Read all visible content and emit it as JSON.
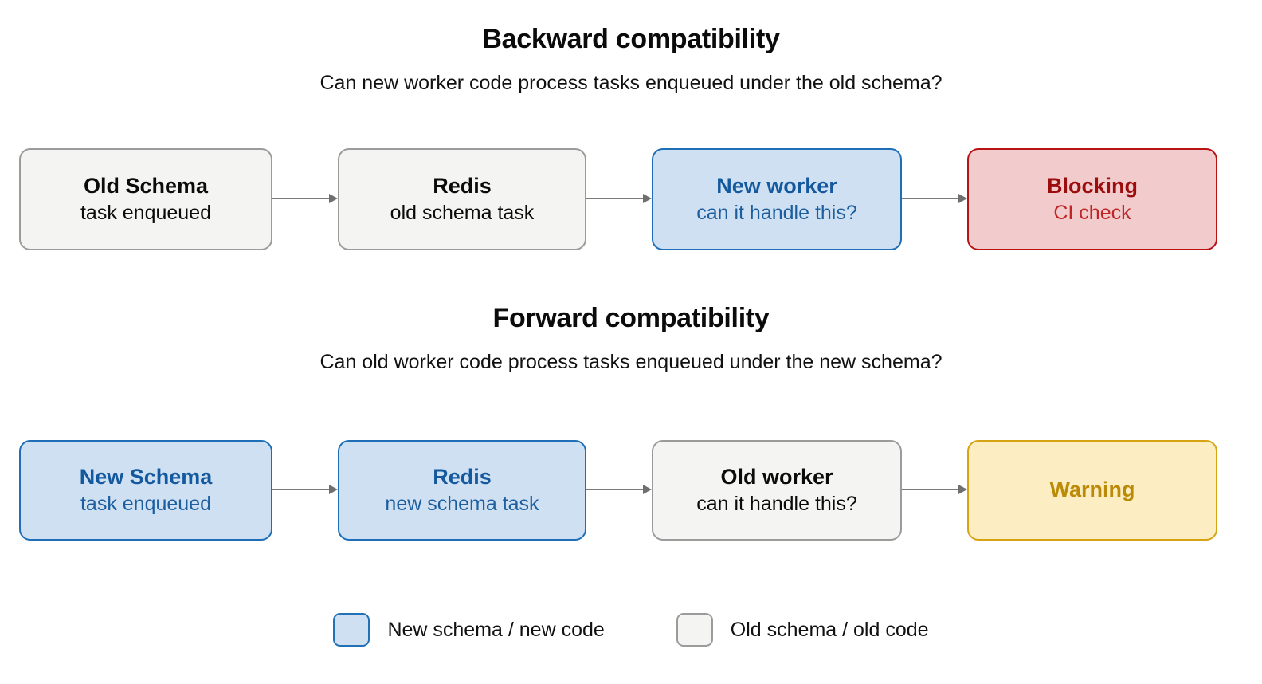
{
  "sections": [
    {
      "id": "backward",
      "title": "Backward compatibility",
      "subtitle": "Can new worker code process tasks enqueued under the old schema?",
      "nodes": [
        {
          "title": "Old Schema",
          "sub": "task enqueued",
          "style": "neutral"
        },
        {
          "title": "Redis",
          "sub": "old schema task",
          "style": "neutral"
        },
        {
          "title": "New worker",
          "sub": "can it handle this?",
          "style": "blue"
        },
        {
          "title": "Blocking",
          "sub": "CI check",
          "style": "red"
        }
      ]
    },
    {
      "id": "forward",
      "title": "Forward compatibility",
      "subtitle": "Can old worker code process tasks enqueued under the new schema?",
      "nodes": [
        {
          "title": "New Schema",
          "sub": "task enqueued",
          "style": "blue"
        },
        {
          "title": "Redis",
          "sub": "new schema task",
          "style": "blue"
        },
        {
          "title": "Old worker",
          "sub": "can it handle this?",
          "style": "neutral"
        },
        {
          "title": "Warning",
          "sub": "",
          "style": "yellow"
        }
      ]
    }
  ],
  "legend": {
    "items": [
      {
        "label": "New schema / new code",
        "style": "blue",
        "color": "#cfe0f3"
      },
      {
        "label": "Old schema / old code",
        "style": "neutral",
        "color": "#f4f4f2"
      }
    ]
  },
  "colors": {
    "neutral_fill": "#f4f4f2",
    "neutral_border": "#9b9b9b",
    "blue_fill": "#cfe0f3",
    "blue_border": "#1f6fb8",
    "blue_text": "#14599e",
    "red_fill": "#f2cccc",
    "red_border": "#b81414",
    "red_text": "#9c0d0d",
    "yellow_fill": "#fcedc2",
    "yellow_border": "#d6a313",
    "yellow_text": "#bb8a06",
    "arrow": "#7a7a7a"
  }
}
